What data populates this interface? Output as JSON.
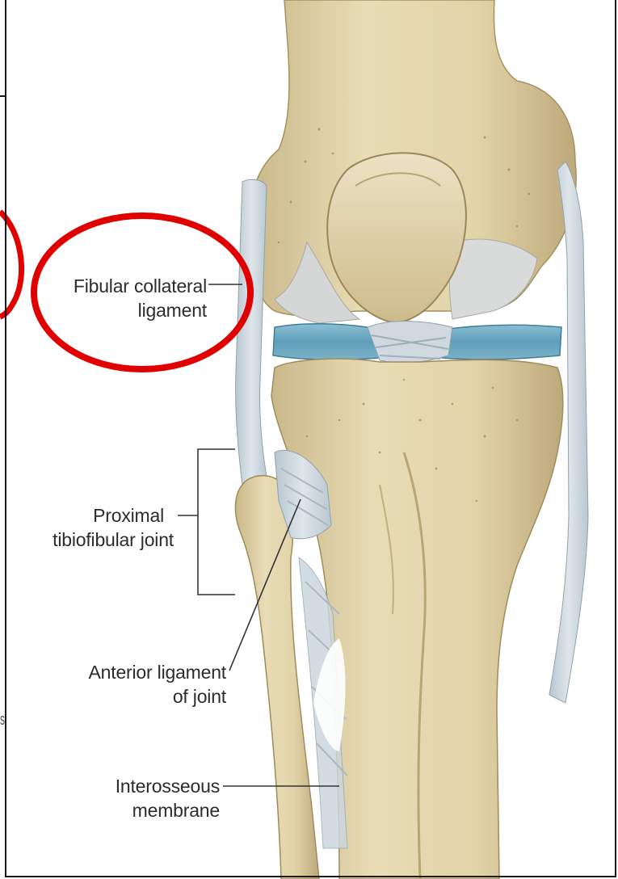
{
  "labels": {
    "fibular_collateral": {
      "line1": "Fibular collateral",
      "line2": "ligament"
    },
    "proximal_tibiofibular": {
      "line1": "Proximal",
      "line2": "tibiofibular joint"
    },
    "anterior_ligament": {
      "line1": "Anterior ligament",
      "line2": "of joint"
    },
    "interosseous": {
      "line1": "Interosseous",
      "line2": "membrane"
    }
  },
  "colors": {
    "bone": "#e3d6ae",
    "bone_shadow": "#b9a878",
    "meniscus": "#6aa8c0",
    "cartilage": "#d6d8d8",
    "ligament": "#c9d5dc",
    "highlight_circle": "#e00000"
  },
  "edge_glyph": "s"
}
